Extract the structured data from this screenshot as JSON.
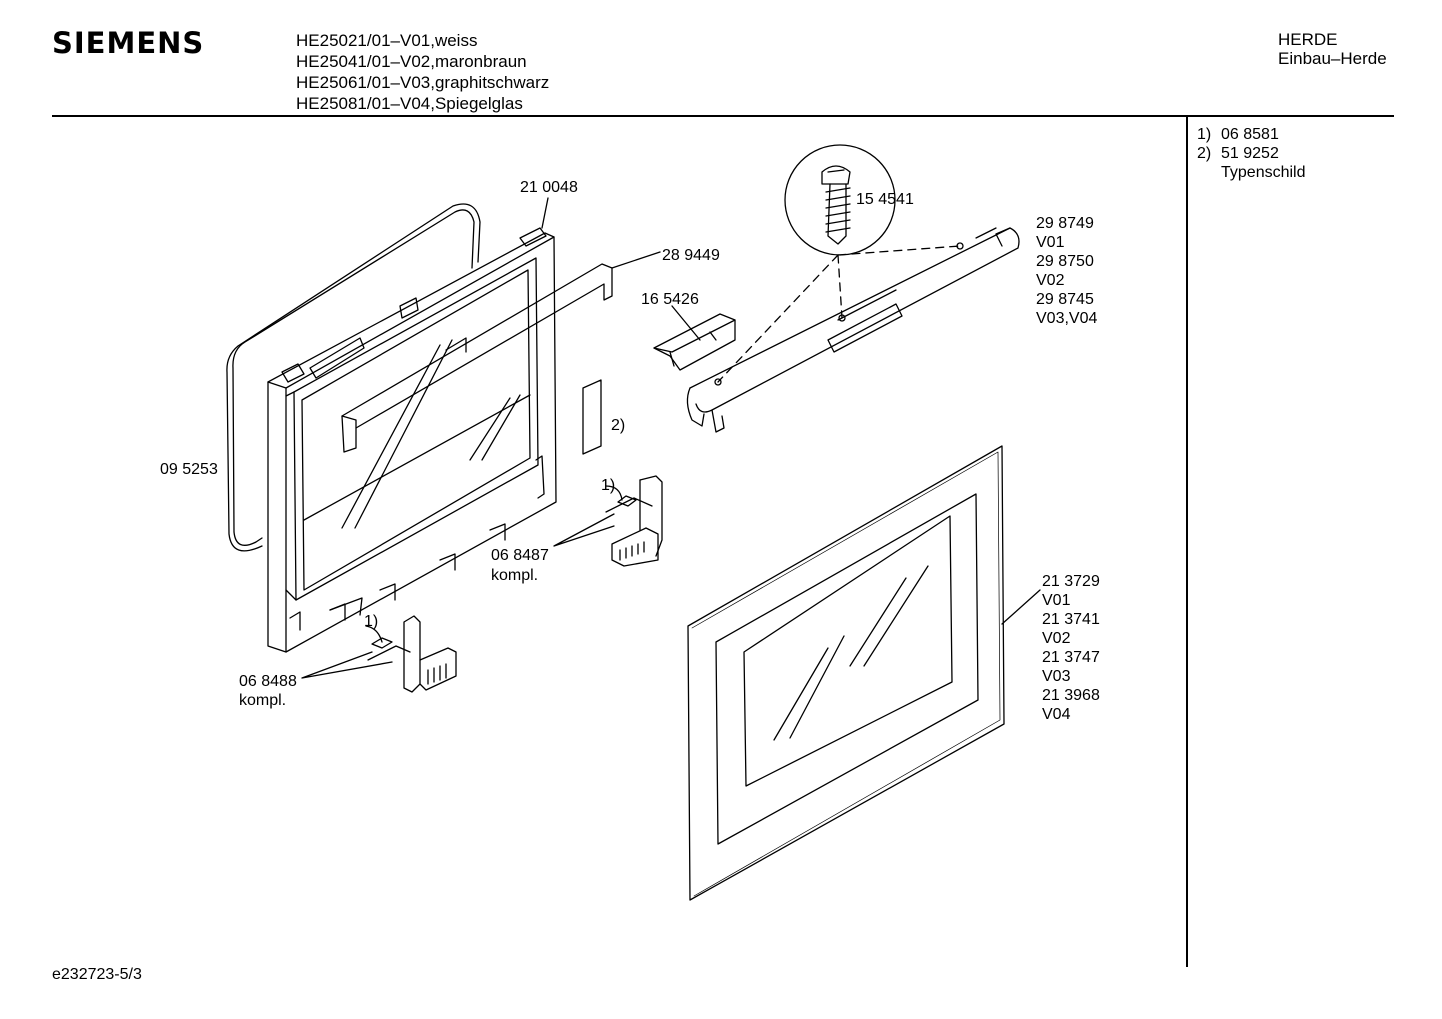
{
  "header": {
    "brand": "SIEMENS",
    "models": [
      "HE25021/01–V01,weiss",
      "HE25041/01–V02,maronbraun",
      "HE25061/01–V03,graphitschwarz",
      "HE25081/01–V04,Spiegelglas"
    ],
    "category": "HERDE",
    "subcategory": "Einbau–Herde"
  },
  "notes": [
    {
      "num": "1)",
      "part": "06 8581",
      "desc": ""
    },
    {
      "num": "2)",
      "part": "51 9252",
      "desc": "Typenschild"
    }
  ],
  "labels": {
    "frame": "21 0048",
    "strip": "28 9449",
    "screw": "15 4541",
    "clip": "16 5426",
    "gasket": "09 5253",
    "typeplate_marker": "2)",
    "hinge_right_marker": "1)",
    "hinge_right_part": "06 8487",
    "hinge_right_note": "kompl.",
    "hinge_left_marker": "1)",
    "hinge_left_part": "06 8488",
    "hinge_left_note": "kompl.",
    "handle_lines": [
      "29 8749",
      "V01",
      "29 8750",
      "V02",
      "29 8745",
      "V03,V04"
    ],
    "glass_lines": [
      "21 3729",
      "V01",
      "21 3741",
      "V02",
      "21 3747",
      "V03",
      "21 3968",
      "V04"
    ]
  },
  "footer": {
    "drawing_id": "e232723-5/3"
  }
}
